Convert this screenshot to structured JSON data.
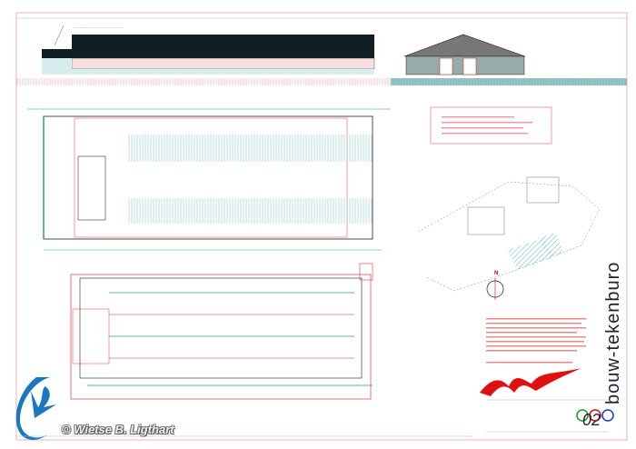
{
  "drawing": {
    "watermark": "© Wietse B. Ligthart",
    "brand": "bouw-tekenburo",
    "sheet_number": "02",
    "north_label": "N"
  },
  "colors": {
    "teal": "#2a9a9a",
    "red": "#e03030",
    "dark": "#0f1f22",
    "logo_blue": "#1a78c2"
  }
}
